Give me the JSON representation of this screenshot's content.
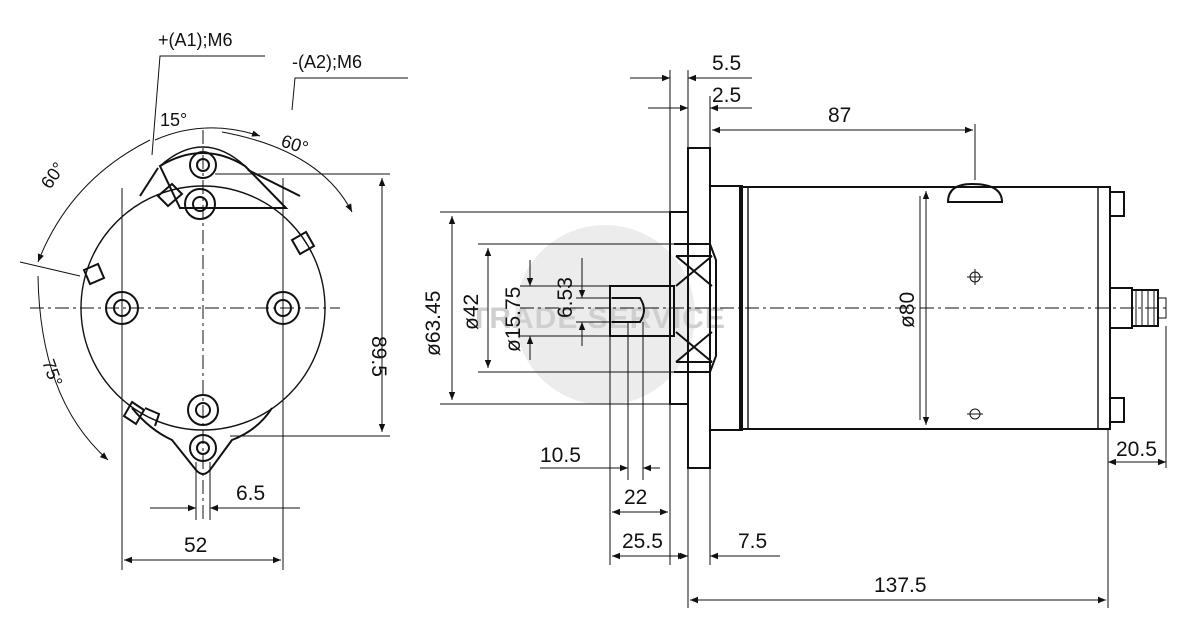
{
  "watermark": "TRADE SERVICE",
  "front_view": {
    "terminal_pos": "+(A1);M6",
    "terminal_neg": "-(A2);M6",
    "angle_15": "15°",
    "angle_60_right": "60°",
    "angle_60_left": "60°",
    "angle_75": "75°",
    "dim_height": "89.5",
    "dim_width": "52",
    "dim_slot": "6.5"
  },
  "side_view": {
    "dim_5_5": "5.5",
    "dim_2_5": "2.5",
    "dim_87": "87",
    "dim_d63": "ø63.45",
    "dim_d42": "ø42",
    "dim_d15": "ø15.75",
    "dim_653": "6.53",
    "dim_d80": "ø80",
    "dim_10_5": "10.5",
    "dim_22": "22",
    "dim_25_5": "25.5",
    "dim_7_5": "7.5",
    "dim_137_5": "137.5",
    "dim_20_5": "20.5"
  }
}
